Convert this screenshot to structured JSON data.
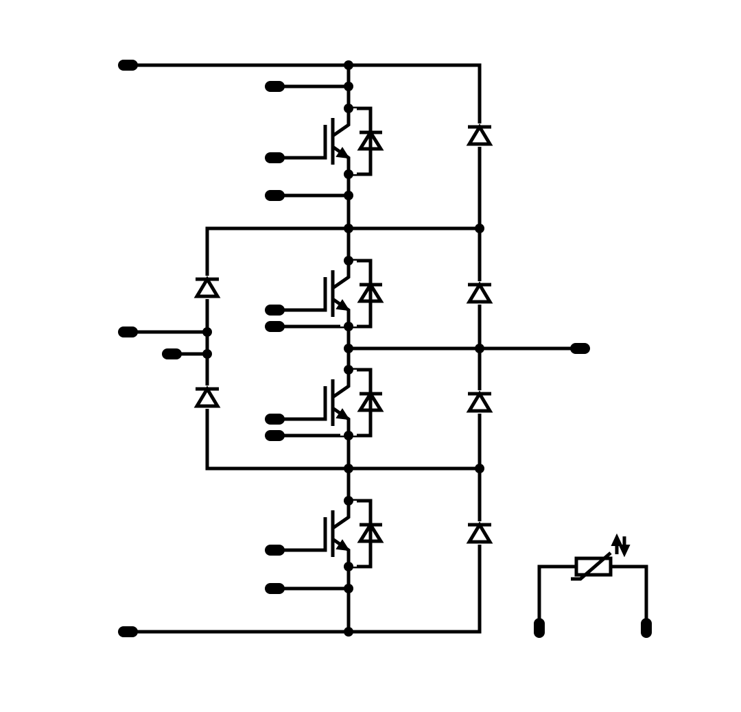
{
  "diagram": {
    "type": "three-level NPC IGBT phase-leg schematic with NTC thermistor",
    "colors": {
      "stroke": "#000000",
      "background": "#ffffff"
    },
    "components": {
      "igbt_count": 4,
      "freewheel_diode_count": 4,
      "clamp_diode_count": 2,
      "outer_diode_count": 4,
      "thermistor_count": 1
    },
    "terminals": [
      "dc-plus",
      "t1-collector-sense",
      "t1-gate",
      "t1-emitter-sense",
      "neutral-point",
      "neutral-point-sense",
      "t2-gate",
      "t2-emitter-sense",
      "phase-output",
      "t3-gate",
      "t3-emitter-sense",
      "t4-gate",
      "t4-emitter-sense",
      "dc-minus",
      "ntc-pin-1",
      "ntc-pin-2"
    ]
  }
}
